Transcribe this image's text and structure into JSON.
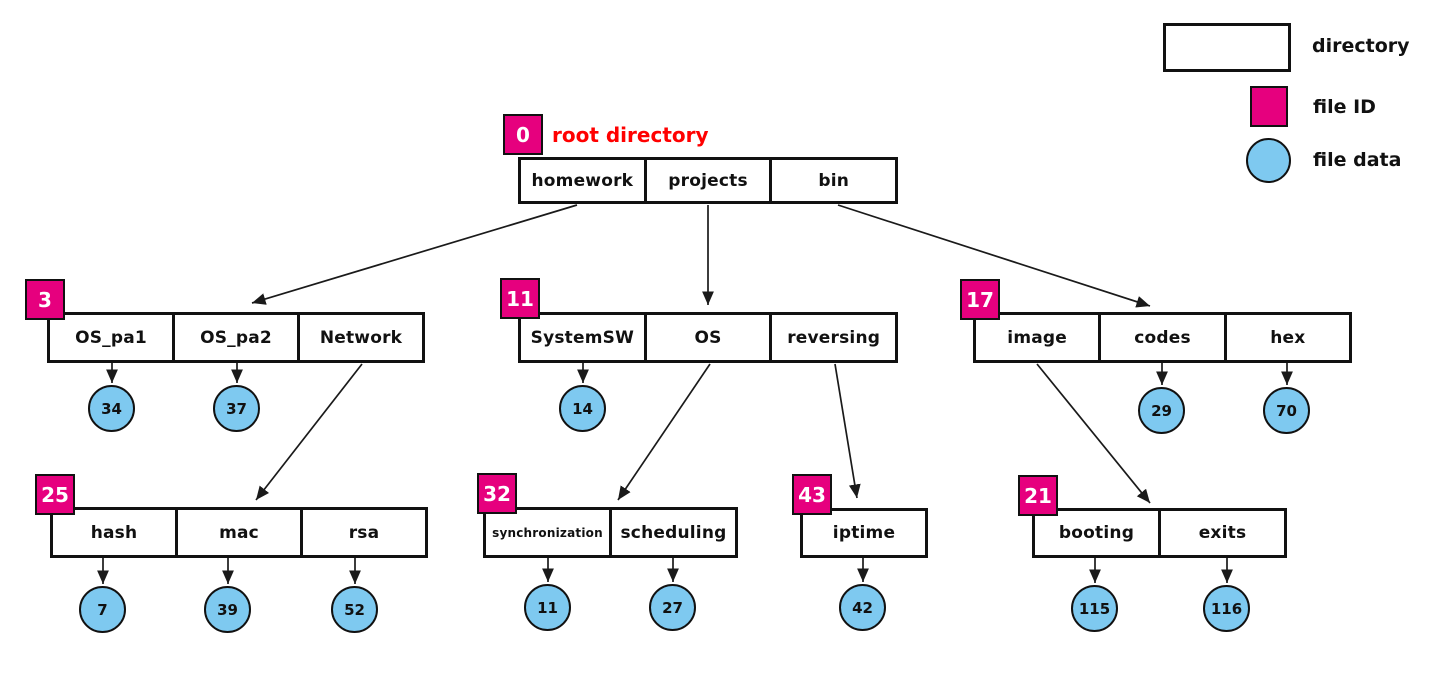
{
  "legend": {
    "items": [
      {
        "swatch": "directory-box",
        "label": "directory"
      },
      {
        "swatch": "file-id-square",
        "label": "file ID"
      },
      {
        "swatch": "file-data-circle",
        "label": "file data"
      }
    ]
  },
  "root_caption": "root directory",
  "directories": {
    "root": {
      "id": "0",
      "entries": [
        "homework",
        "projects",
        "bin"
      ]
    },
    "homework": {
      "id": "3",
      "entries": [
        "OS_pa1",
        "OS_pa2",
        "Network"
      ]
    },
    "projects": {
      "id": "11",
      "entries": [
        "SystemSW",
        "OS",
        "reversing"
      ]
    },
    "bin": {
      "id": "17",
      "entries": [
        "image",
        "codes",
        "hex"
      ]
    },
    "network": {
      "id": "25",
      "entries": [
        "hash",
        "mac",
        "rsa"
      ]
    },
    "os": {
      "id": "32",
      "entries": [
        "synchronization",
        "scheduling"
      ]
    },
    "reversing": {
      "id": "43",
      "entries": [
        "iptime"
      ]
    },
    "image": {
      "id": "21",
      "entries": [
        "booting",
        "exits"
      ]
    }
  },
  "file_data": {
    "OS_pa1": "34",
    "OS_pa2": "37",
    "SystemSW": "14",
    "codes": "29",
    "hex": "70",
    "hash": "7",
    "mac": "39",
    "rsa": "52",
    "synchronization": "11",
    "scheduling": "27",
    "iptime": "42",
    "booting": "115",
    "exits": "116"
  },
  "colors": {
    "file_id": "#E6007E",
    "file_data": "#7EC9F0",
    "root_caption": "#FF0000",
    "line": "#1A1A1A",
    "background": "#FFFFFF"
  }
}
